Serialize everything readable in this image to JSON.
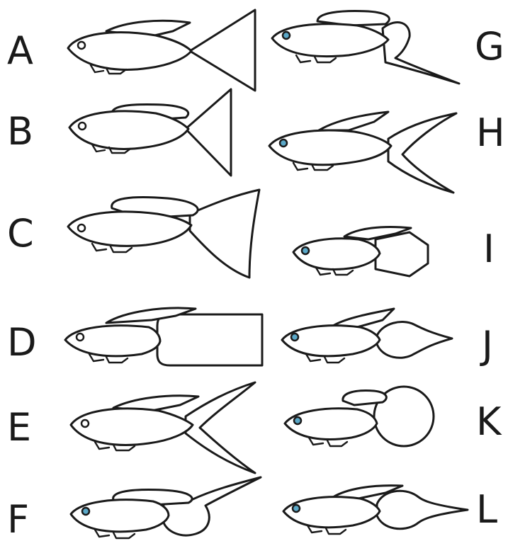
{
  "labels": {
    "A": "A",
    "B": "B",
    "C": "C",
    "D": "D",
    "E": "E",
    "F": "F",
    "G": "G",
    "H": "H",
    "I": "I",
    "J": "J",
    "K": "K",
    "L": "L"
  },
  "colors": {
    "line": "#1a1a1a",
    "eye_blue": "#5aa8c8",
    "eye_plain": "#ffffff"
  }
}
